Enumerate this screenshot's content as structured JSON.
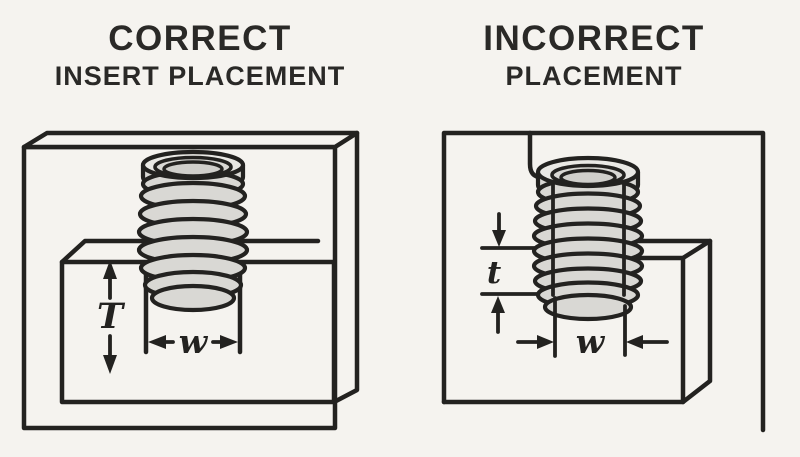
{
  "canvas": {
    "background_color": "#f5f3ef",
    "line_color": "#232220",
    "title_color": "#2a2927",
    "insert_metal_color": "#d9d8d4",
    "insert_rim_highlight_color": "#eae9e5",
    "insert_bore_color": "#d0cfcb"
  },
  "left_panel": {
    "title": "CORRECT",
    "subtitle": "INSERT PLACEMENT",
    "dimensions": {
      "depth_label": "T",
      "width_label": "w"
    }
  },
  "right_panel": {
    "title": "INCORRECT",
    "subtitle": "PLACEMENT",
    "dimensions": {
      "protrusion_label": "t",
      "width_label": "w"
    }
  }
}
